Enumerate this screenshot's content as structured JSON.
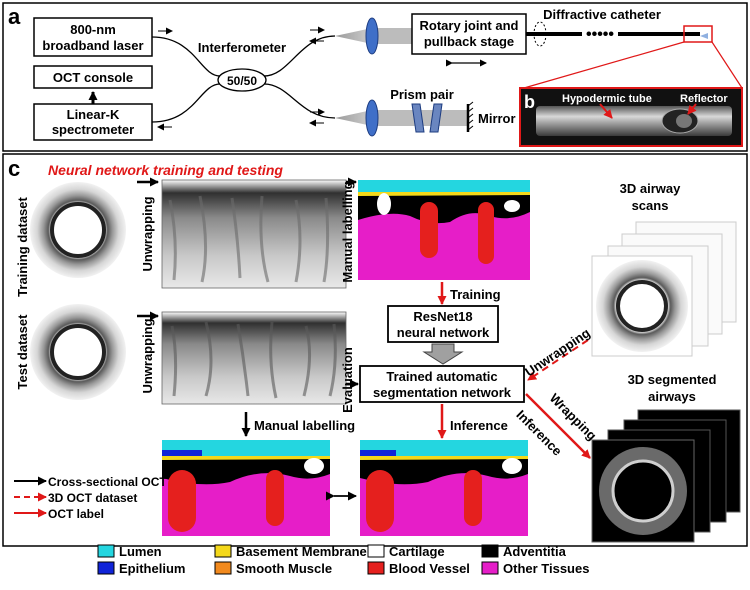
{
  "panel_a": {
    "letter": "a",
    "laser_line1": "800-nm",
    "laser_line2": "broadband laser",
    "console": "OCT console",
    "spectrometer_line1": "Linear-K",
    "spectrometer_line2": "spectrometer",
    "interferometer": "Interferometer",
    "coupler": "50/50",
    "rotary_line1": "Rotary joint and",
    "rotary_line2": "pullback stage",
    "catheter": "Diffractive catheter",
    "prism": "Prism pair",
    "mirror": "Mirror"
  },
  "panel_b": {
    "letter": "b",
    "hypodermic": "Hypodermic tube",
    "reflector": "Reflector"
  },
  "panel_c": {
    "letter": "c",
    "title": "Neural network training and testing",
    "training_dataset": "Training dataset",
    "test_dataset": "Test dataset",
    "unwrapping": "Unwrapping",
    "manual_labelling": "Manual labelling",
    "training": "Training",
    "resnet_line1": "ResNet18",
    "resnet_line2": "neural network",
    "evaluation": "Evaluation",
    "trained_line1": "Trained automatic",
    "trained_line2": "segmentation network",
    "inference": "Inference",
    "scans_line1": "3D airway",
    "scans_line2": "scans",
    "segmented_line1": "3D segmented",
    "segmented_line2": "airways",
    "wrapping": "Wrapping",
    "key": {
      "cross_sectional": "Cross-sectional OCT",
      "dataset_3d": "3D OCT dataset",
      "oct_label": "OCT label"
    }
  },
  "legend": [
    {
      "label": "Lumen",
      "color": "#24d6e0"
    },
    {
      "label": "Epithelium",
      "color": "#1024d8"
    },
    {
      "label": "Basement Membrane",
      "color": "#f4d81a"
    },
    {
      "label": "Smooth Muscle",
      "color": "#f28a1e"
    },
    {
      "label": "Cartilage",
      "color": "#ffffff"
    },
    {
      "label": "Blood Vessel",
      "color": "#e5201e"
    },
    {
      "label": "Adventitia",
      "color": "#000000"
    },
    {
      "label": "Other Tissues",
      "color": "#e61ec8"
    }
  ],
  "colors": {
    "accent_red": "#e01818",
    "lens_blue": "#3f6fc8",
    "tissue_magenta": "#e61ec8"
  }
}
